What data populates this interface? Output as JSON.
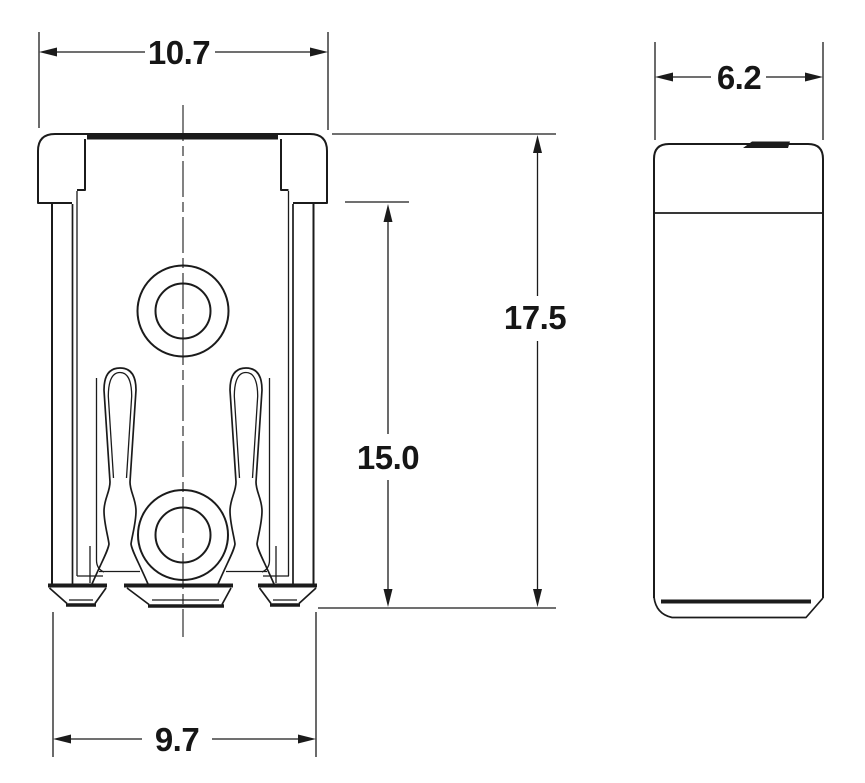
{
  "drawing": {
    "type": "technical-drawing-two-views",
    "background_color": "#ffffff",
    "line_color": "#1b1b1b",
    "views": {
      "front": {
        "id": "front-view"
      },
      "side": {
        "id": "side-view"
      }
    },
    "dimensions": {
      "cap_width": {
        "label": "10.7",
        "orientation": "horizontal"
      },
      "overall_height": {
        "label": "17.5",
        "orientation": "vertical"
      },
      "body_height": {
        "label": "15.0",
        "orientation": "vertical"
      },
      "base_width": {
        "label": "9.7",
        "orientation": "horizontal"
      },
      "side_width": {
        "label": "6.2",
        "orientation": "horizontal"
      }
    }
  }
}
